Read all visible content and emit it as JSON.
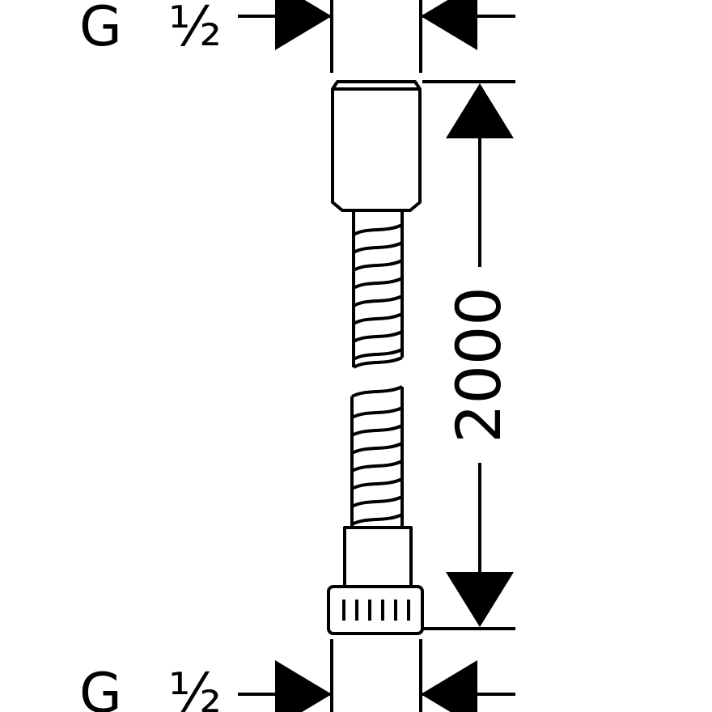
{
  "top_thread": {
    "letter": "G",
    "fraction": "½"
  },
  "bottom_thread": {
    "letter": "G",
    "fraction": "½"
  },
  "length": {
    "value": "2000"
  },
  "colors": {
    "ink": "#000000",
    "paper": "#ffffff"
  }
}
